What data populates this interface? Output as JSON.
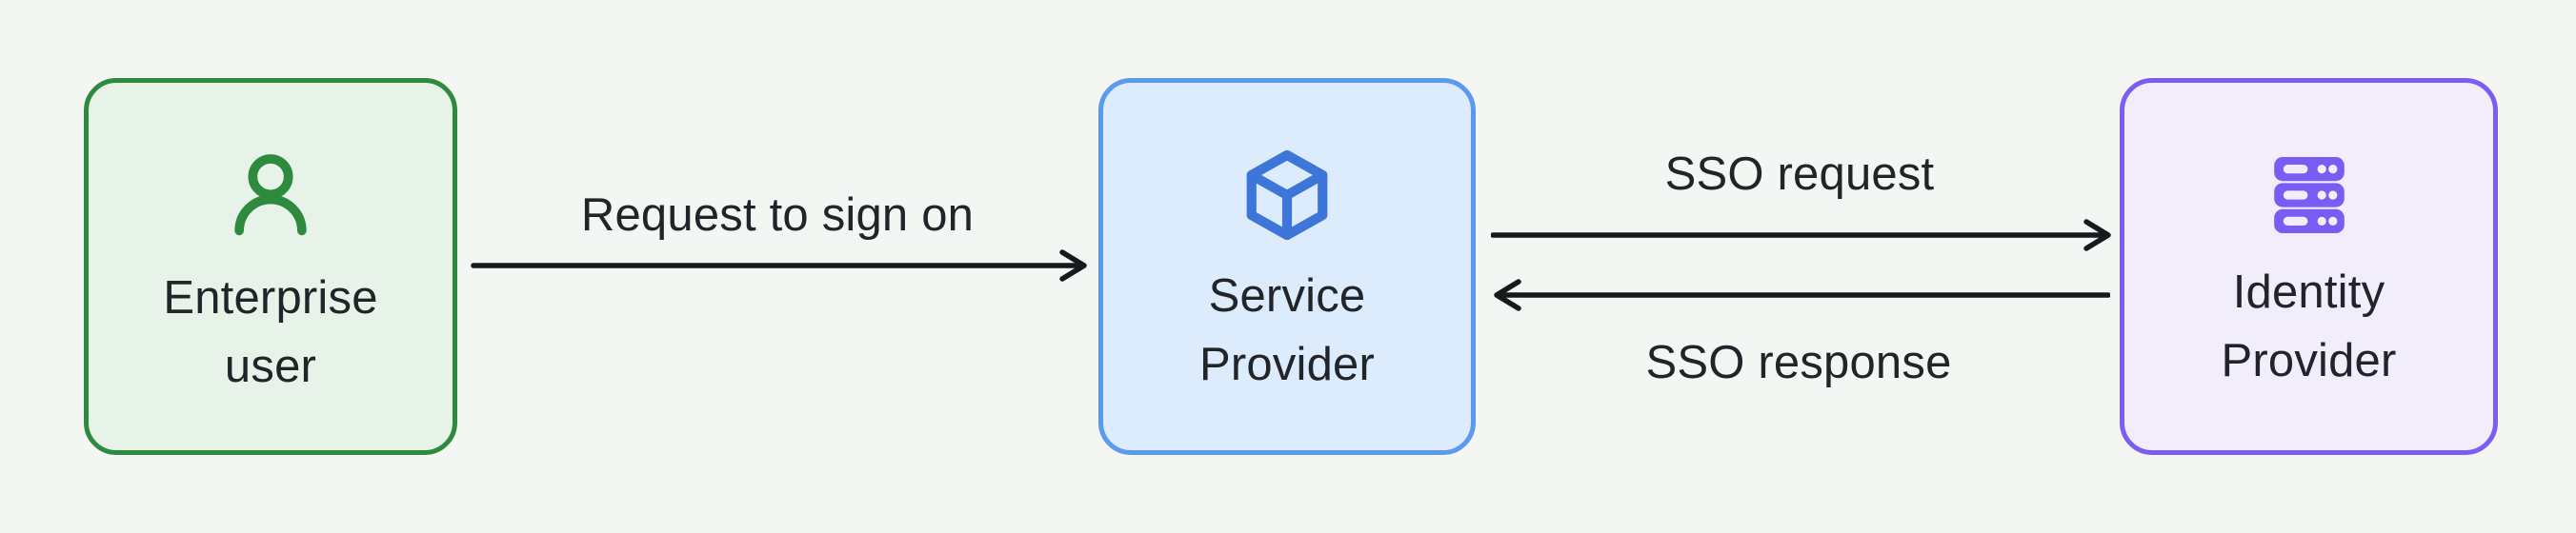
{
  "diagram": {
    "background_color": "#f4f6f4",
    "arrow_color": "#17191c",
    "text_color": "#212428",
    "nodes": [
      {
        "id": "enterprise-user",
        "label": "Enterprise\nuser",
        "icon": "user-icon",
        "border_color": "#2e8b3e",
        "fill_color": "#e7f3e8",
        "icon_color": "#2e8b3e"
      },
      {
        "id": "service-provider",
        "label": "Service\nProvider",
        "icon": "cube-icon",
        "border_color": "#5b9af0",
        "fill_color": "#ddecfc",
        "icon_color": "#3d76d8"
      },
      {
        "id": "identity-provider",
        "label": "Identity\nProvider",
        "icon": "server-icon",
        "border_color": "#7d5cf3",
        "fill_color": "#f2edfb",
        "icon_color": "#7a5cf2"
      }
    ],
    "edges": [
      {
        "label": "Request to sign on",
        "from": "enterprise-user",
        "to": "service-provider",
        "direction": "right",
        "label_position": "above"
      },
      {
        "label": "SSO request",
        "from": "service-provider",
        "to": "identity-provider",
        "direction": "right",
        "label_position": "above"
      },
      {
        "label": "SSO response",
        "from": "identity-provider",
        "to": "service-provider",
        "direction": "left",
        "label_position": "below"
      }
    ]
  }
}
